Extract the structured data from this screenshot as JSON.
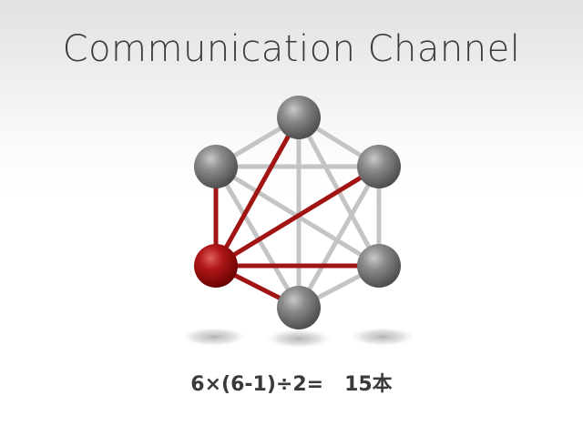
{
  "title": "Communication Channel",
  "formula": "6×(6-1)÷2=",
  "result": "15本",
  "colors": {
    "link_gray": "#c4c4c4",
    "link_red": "#a11414",
    "node_gray": "#6a6a6a",
    "node_red": "#9a0c0c"
  },
  "diagram": {
    "nodes": [
      {
        "id": "top",
        "highlight": false
      },
      {
        "id": "upper-left",
        "highlight": false
      },
      {
        "id": "upper-right",
        "highlight": false
      },
      {
        "id": "lower-left",
        "highlight": true
      },
      {
        "id": "lower-right",
        "highlight": false
      },
      {
        "id": "bottom",
        "highlight": false
      }
    ],
    "links": [
      [
        "top",
        "upper-left"
      ],
      [
        "top",
        "upper-right"
      ],
      [
        "top",
        "lower-left"
      ],
      [
        "top",
        "lower-right"
      ],
      [
        "top",
        "bottom"
      ],
      [
        "upper-left",
        "upper-right"
      ],
      [
        "upper-left",
        "lower-left"
      ],
      [
        "upper-left",
        "lower-right"
      ],
      [
        "upper-left",
        "bottom"
      ],
      [
        "upper-right",
        "lower-left"
      ],
      [
        "upper-right",
        "lower-right"
      ],
      [
        "upper-right",
        "bottom"
      ],
      [
        "lower-left",
        "lower-right"
      ],
      [
        "lower-left",
        "bottom"
      ],
      [
        "lower-right",
        "bottom"
      ]
    ]
  }
}
